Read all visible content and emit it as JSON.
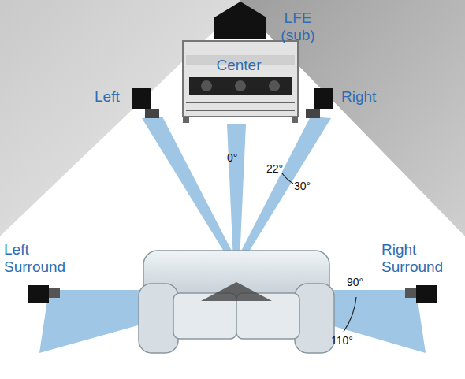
{
  "diagram": {
    "labels": [
      "LFE (sub)",
      "Center",
      "Left",
      "Right",
      "0°",
      "22°",
      "30°",
      "Left Surround",
      "Right Surround",
      "90°",
      "110°"
    ]
  }
}
